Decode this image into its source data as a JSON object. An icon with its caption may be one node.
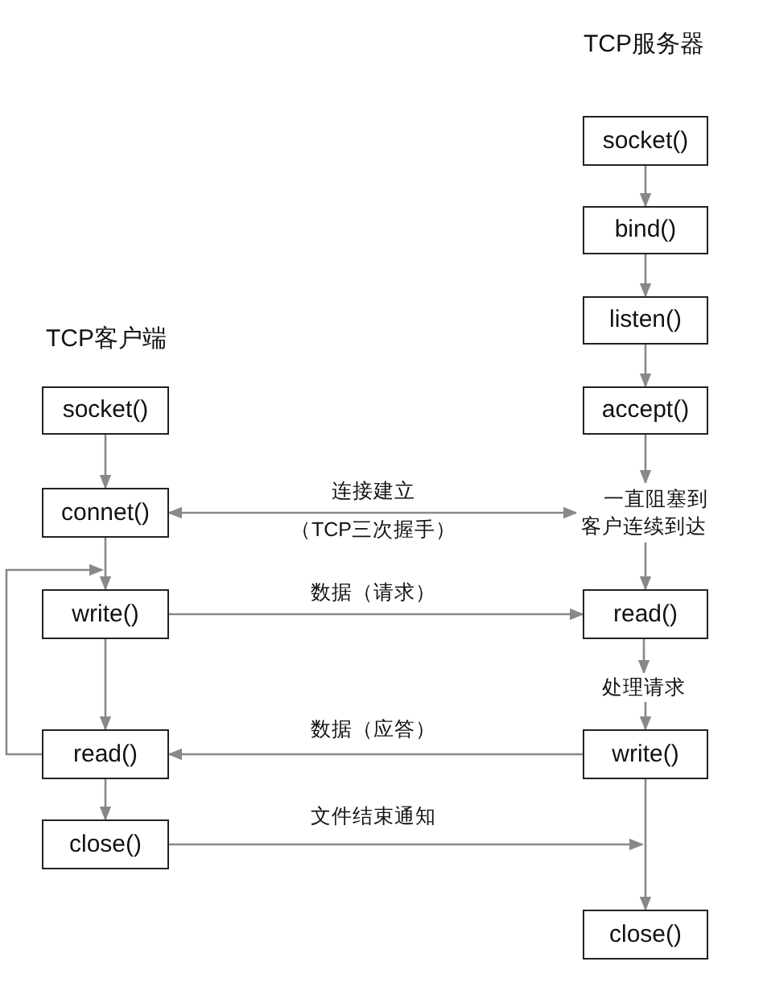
{
  "diagram": {
    "nodes": [
      {
        "text": [
          "socket()"
        ]
      },
      {
        "text": [
          "bind()"
        ]
      },
      {
        "text": [
          "listen()"
        ]
      },
      {
        "text": [
          "accept()"
        ]
      },
      {
        "text": [
          "一直阻塞到客户连续到达"
        ]
      },
      {
        "text": [
          "read()"
        ]
      },
      {
        "text": [
          "处理请求"
        ]
      },
      {
        "text": [
          "write()"
        ]
      },
      {
        "text": [
          "close()"
        ]
      },
      {
        "text": [
          "socket()"
        ]
      },
      {
        "text": [
          "connet()"
        ]
      },
      {
        "text": [
          "write()"
        ]
      },
      {
        "text": [
          "read()"
        ]
      },
      {
        "text": [
          "close()"
        ]
      }
    ],
    "edges": [
      {
        "from": 0,
        "to": 1,
        "arrow": "to"
      },
      {
        "from": 1,
        "to": 2,
        "arrow": "to"
      },
      {
        "from": 2,
        "to": 3,
        "arrow": "to"
      },
      {
        "from": 3,
        "to": 4,
        "arrow": "to"
      },
      {
        "from": 4,
        "to": 5,
        "arrow": "to"
      },
      {
        "from": 5,
        "to": 6,
        "arrow": "to"
      },
      {
        "from": 6,
        "to": 7,
        "arrow": "to"
      },
      {
        "from": 7,
        "to": 8,
        "arrow": "to"
      },
      {
        "from": 9,
        "to": 10,
        "arrow": "to"
      },
      {
        "from": 10,
        "to": 11,
        "arrow": "to"
      },
      {
        "from": 11,
        "to": 12,
        "arrow": "to"
      },
      {
        "from": 12,
        "to": 13,
        "arrow": "to"
      },
      {
        "from": 10,
        "to": 4,
        "arrow": "both",
        "label": "连接建立"
      },
      {
        "from": 11,
        "to": 5,
        "arrow": "to",
        "label": "数据（请求）"
      },
      {
        "from": 7,
        "to": 12,
        "arrow": "to",
        "label": "数据（应答）"
      },
      {
        "from": 13,
        "to": null,
        "arrow": "to",
        "label": "文件结束通知"
      },
      {
        "from": 12,
        "to": 11,
        "arrow": "to"
      }
    ],
    "labels": [
      "TCP服务器",
      "TCP客户端",
      "（TCP三次握手）"
    ]
  }
}
